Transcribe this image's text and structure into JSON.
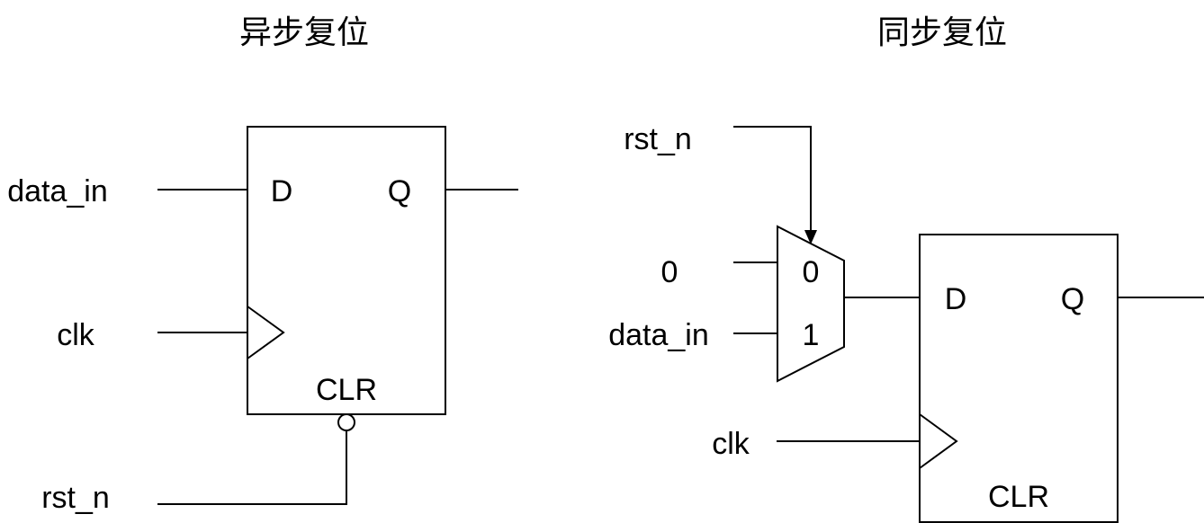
{
  "async": {
    "title": "异步复位",
    "input_data": "data_in",
    "input_clk": "clk",
    "input_reset": "rst_n",
    "ff_d": "D",
    "ff_q": "Q",
    "ff_clr": "CLR"
  },
  "sync": {
    "title": "同步复位",
    "input_reset": "rst_n",
    "input_zero": "0",
    "input_data": "data_in",
    "input_clk": "clk",
    "mux_in0": "0",
    "mux_in1": "1",
    "ff_d": "D",
    "ff_q": "Q",
    "ff_clr": "CLR"
  }
}
